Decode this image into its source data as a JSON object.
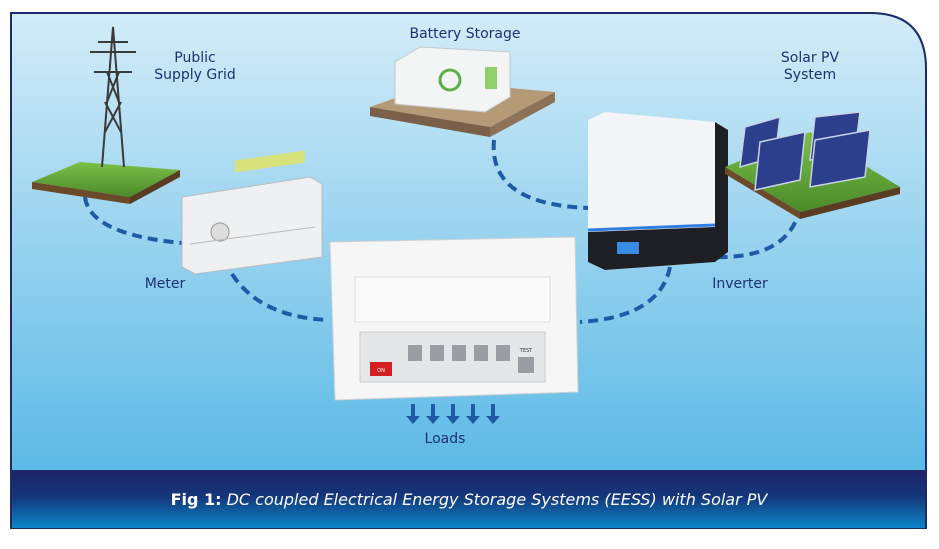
{
  "labels": {
    "grid": [
      "Public",
      "Supply Grid"
    ],
    "battery": "Battery Storage",
    "solar": [
      "Solar PV",
      "System"
    ],
    "meter": "Meter",
    "inverter": "Inverter",
    "loads": "Loads"
  },
  "caption": {
    "prefix": "Fig 1:",
    "text": "DC coupled Electrical Energy Storage Systems (EESS) with Solar PV"
  },
  "device_text": {
    "breaker_main": "ON",
    "breaker_test": "TEST"
  },
  "colors": {
    "frame_border": "#1d2a68",
    "sky_top": "#d3ecf8",
    "sky_bottom": "#4db3e3",
    "connection_line": "#1f5aa6",
    "caption_top": "#1e2466",
    "caption_bottom": "#0a86c8",
    "label_text": "#1d3173"
  }
}
